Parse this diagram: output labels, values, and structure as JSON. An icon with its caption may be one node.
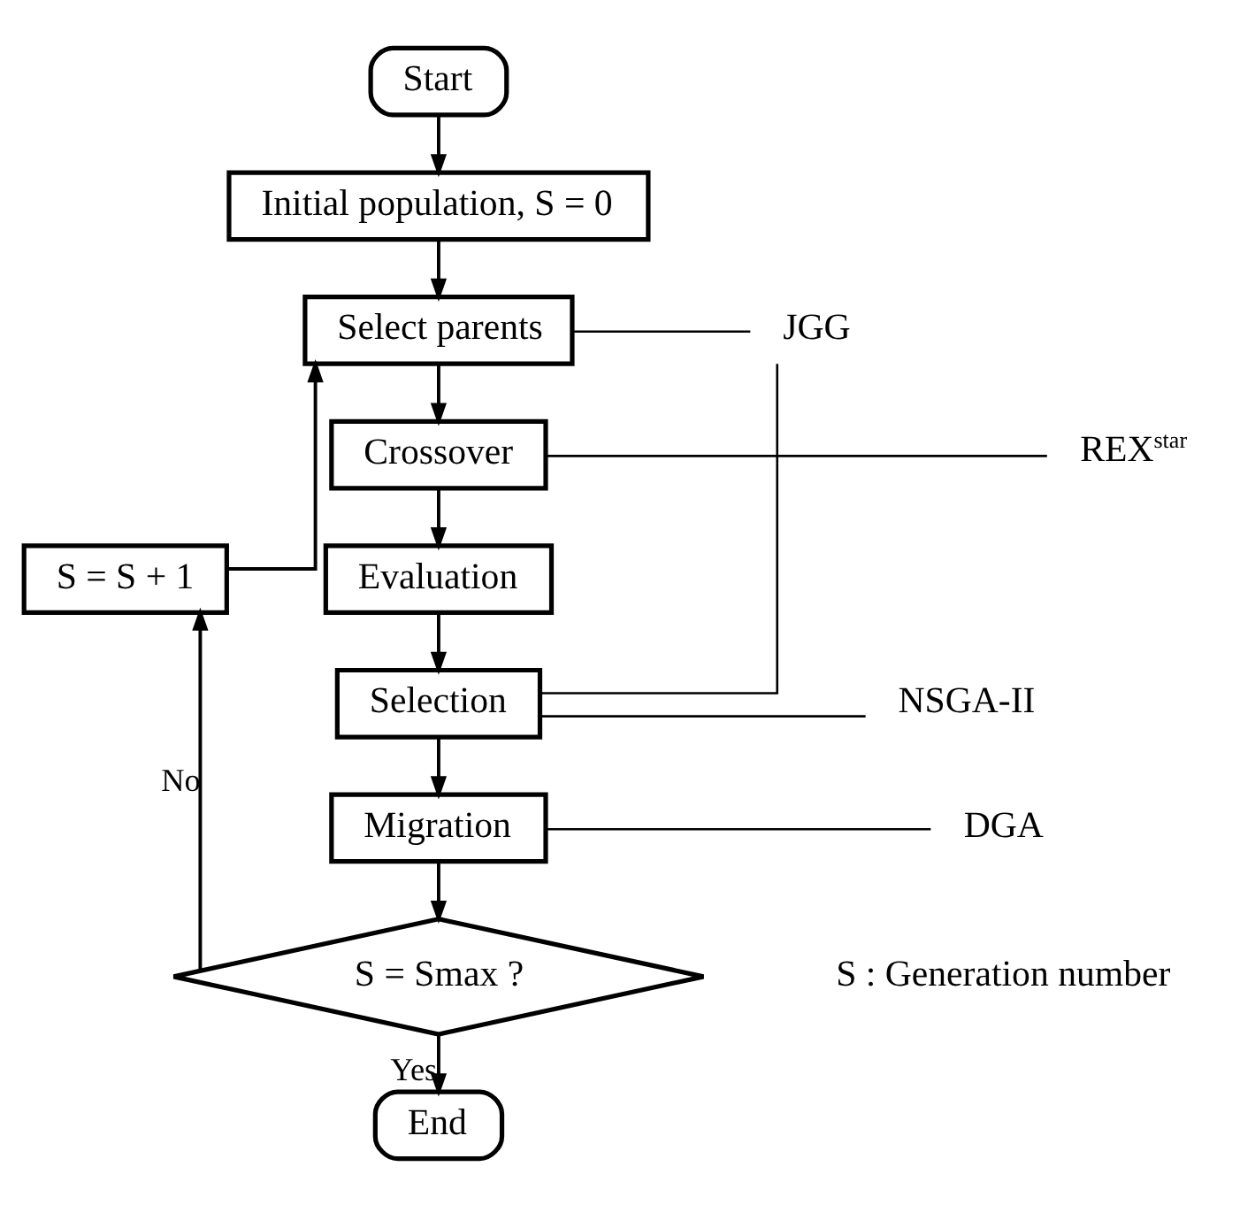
{
  "diagram": {
    "nodes": [
      {
        "text": [
          "Start"
        ]
      },
      {
        "text": [
          "Initial population, S = 0"
        ]
      },
      {
        "text": [
          "Select parents"
        ]
      },
      {
        "text": [
          "Crossover"
        ]
      },
      {
        "text": [
          "Evaluation"
        ]
      },
      {
        "text": [
          "Selection"
        ]
      },
      {
        "text": [
          "Migration"
        ]
      },
      {
        "text": [
          "S = Smax ?"
        ]
      },
      {
        "text": [
          "End"
        ]
      },
      {
        "text": [
          "S = S + 1"
        ]
      },
      {
        "text": [
          "JGG"
        ]
      },
      {
        "text": [
          "REX$^{star}$"
        ]
      },
      {
        "text": [
          "NSGA-II"
        ]
      },
      {
        "text": [
          "DGA"
        ]
      }
    ],
    "edges": [
      {
        "from": 0,
        "to": 1,
        "arrow": "to"
      },
      {
        "from": 1,
        "to": 2,
        "arrow": "to"
      },
      {
        "from": 2,
        "to": 3,
        "arrow": "to"
      },
      {
        "from": 3,
        "to": 4,
        "arrow": "to"
      },
      {
        "from": 4,
        "to": 5,
        "arrow": "to"
      },
      {
        "from": 5,
        "to": 6,
        "arrow": "to"
      },
      {
        "from": 6,
        "to": 7,
        "arrow": "to"
      },
      {
        "from": 7,
        "to": 8,
        "label": "Yes",
        "arrow": "to"
      },
      {
        "from": 7,
        "to": 9,
        "label": "No",
        "arrow": "to"
      },
      {
        "from": 9,
        "to": 2,
        "arrow": "to"
      },
      {
        "from": 2,
        "to": 10,
        "arrow": "none"
      },
      {
        "from": 5,
        "to": 10,
        "arrow": "none"
      },
      {
        "from": 3,
        "to": 11,
        "arrow": "none"
      },
      {
        "from": 5,
        "to": 12,
        "arrow": "none"
      },
      {
        "from": 6,
        "to": 13,
        "arrow": "none"
      }
    ],
    "labels": [
      "S : Generation number"
    ]
  }
}
